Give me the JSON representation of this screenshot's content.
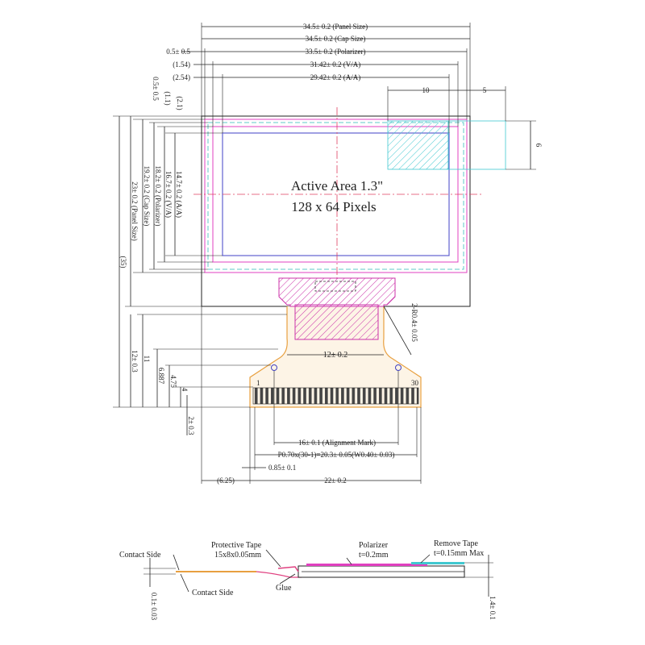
{
  "active_area": {
    "title": "Active Area 1.3\"",
    "pixels": "128 x 64 Pixels"
  },
  "top_dims": {
    "panel_size": "34.5± 0.2 (Panel Size)",
    "cap_size": "34.5± 0.2 (Cap Size)",
    "polarizer_offset": "0.5± 0.5",
    "polarizer": "33.5± 0.2 (Polarizer)",
    "va_offset": "(1.54)",
    "va": "31.42± 0.2 (V/A)",
    "aa_offset": "(2.54)",
    "aa": "29.42± 0.2 (A/A)",
    "ten": "10",
    "five": "5"
  },
  "left_dims": {
    "v_offset": "0.5± 0.5",
    "v_va_offset": "(1.1)",
    "v_aa_offset": "(2.1)",
    "aa": "14.7± 0.2 (A/A)",
    "va": "16.7± 0.2 (V/A)",
    "polarizer": "18.2± 0.2 (Polarizer)",
    "cap": "19.2± 0.2 (Cap Size)",
    "panel": "23± 0.2 (Panel Size)",
    "total": "(35)",
    "fpc_12": "12± 0.3",
    "eleven": "11",
    "d6887": "6.887",
    "d475": "4.75",
    "d4": "4",
    "d2": "2± 0.3"
  },
  "right_dims": {
    "six": "6",
    "radius": "2-R0.4± 0.05"
  },
  "fpc_dims": {
    "width12": "12± 0.2",
    "align": "16± 0.1 (Alignment Mark)",
    "pitch": "P0.70x(30-1)=20.3± 0.05(W0.40± 0.03)",
    "d085": "0.85± 0.1",
    "d625": "(6.25)",
    "d22": "22± 0.2",
    "pin1": "1",
    "pin30": "30"
  },
  "side_view": {
    "contact_side_1": "Contact Side",
    "contact_side_2": "Contact Side",
    "protective_tape_1": "Protective Tape",
    "protective_tape_2": "15x8x0.05mm",
    "glue": "Glue",
    "polarizer_1": "Polarizer",
    "polarizer_2": "t=0.2mm",
    "remove_tape_1": "Remove Tape",
    "remove_tape_2": "t=0.15mm Max",
    "thick_fpc": "0.1± 0.03",
    "thick_total": "1.4± 0.1"
  },
  "colors": {
    "line": "#222222",
    "polarizer": "#e040c0",
    "cap": "#5fc8c8",
    "active_area": "#6060d0",
    "centerline": "#e04060",
    "tape_hatch": "#cc33aa",
    "fpc": "#e8a040",
    "cyan_hatch": "#40c8d0"
  }
}
